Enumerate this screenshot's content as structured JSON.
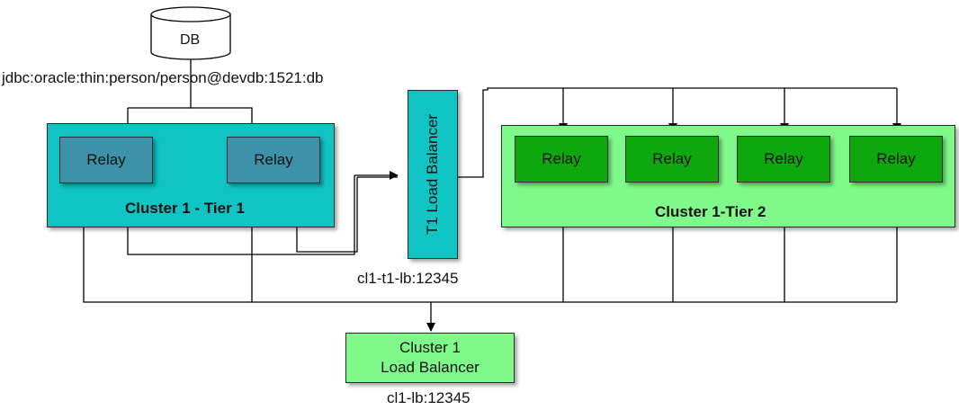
{
  "database": {
    "label": "DB",
    "connection": "jdbc:oracle:thin:person/person@devdb:1521:db"
  },
  "cluster_tier1": {
    "title": "Cluster 1 - Tier 1",
    "relays": [
      {
        "label": "Relay"
      },
      {
        "label": "Relay"
      }
    ]
  },
  "t1_load_balancer": {
    "label": "T1 Load Balancer",
    "address": "cl1-t1-lb:12345"
  },
  "cluster_tier2": {
    "title": "Cluster 1-Tier 2",
    "relays": [
      {
        "label": "Relay"
      },
      {
        "label": "Relay"
      },
      {
        "label": "Relay"
      },
      {
        "label": "Relay"
      }
    ]
  },
  "cluster_load_balancer": {
    "line1": "Cluster 1",
    "line2": "Load Balancer",
    "address": "cl1-lb:12345"
  },
  "colors": {
    "tier1_cluster": "#11c4c4",
    "tier1_relay": "#3d91a8",
    "tier2_cluster": "#80f98b",
    "tier2_relay": "#0ea80e"
  }
}
